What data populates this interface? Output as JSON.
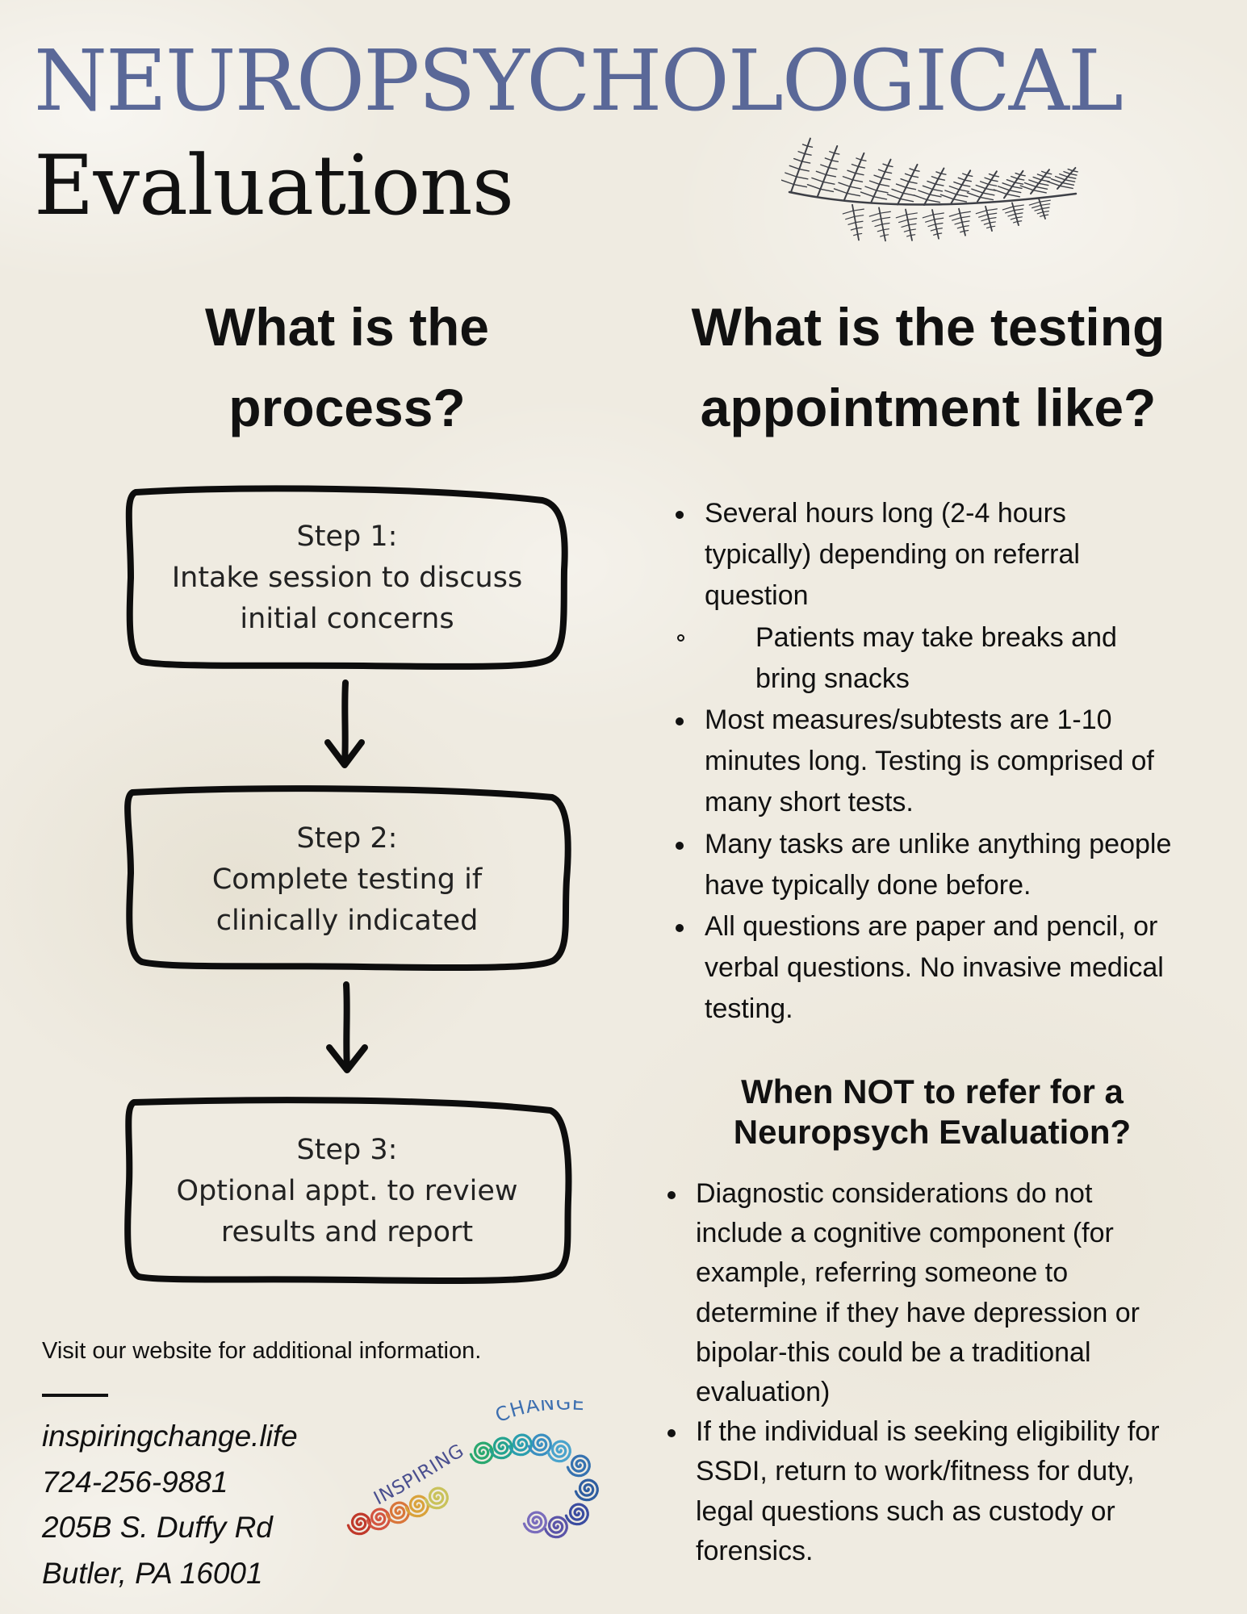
{
  "title": {
    "main": "NEUROPSYCHOLOGICAL",
    "sub": "Evaluations"
  },
  "process": {
    "heading_line1": "What is the",
    "heading_line2": "process?",
    "steps": [
      {
        "label": "Step 1:",
        "lines": [
          "Intake session to discuss",
          "initial concerns"
        ]
      },
      {
        "label": "Step 2:",
        "lines": [
          "Complete testing if",
          "clinically indicated"
        ]
      },
      {
        "label": "Step 3:",
        "lines": [
          "Optional appt. to review",
          "results and report"
        ]
      }
    ]
  },
  "testing": {
    "heading_line1": "What is the testing",
    "heading_line2": "appointment like?",
    "bullets": [
      {
        "lines": [
          "Several hours long (2-4 hours",
          "typically) depending on referral",
          "question"
        ]
      },
      {
        "lines": [
          "Patients may take breaks and",
          "bring snacks"
        ]
      },
      {
        "lines": [
          "Most measures/subtests are 1-10",
          "minutes long.  Testing is comprised of",
          "many short tests."
        ]
      },
      {
        "lines": [
          "Many tasks are unlike anything people",
          "have typically done before."
        ]
      },
      {
        "lines": [
          "All questions are paper and pencil, or",
          "verbal questions.  No invasive medical",
          "testing."
        ]
      }
    ]
  },
  "not_refer": {
    "heading_line1": "When NOT to refer for a",
    "heading_line2": "Neuropsych Evaluation?",
    "bullets": [
      {
        "lines": [
          "Diagnostic considerations do not",
          "include a cognitive component (for",
          "example, referring someone to",
          "determine if they have depression or",
          "bipolar-this could be a traditional",
          "evaluation)"
        ]
      },
      {
        "lines": [
          "If the individual is seeking eligibility for",
          "SSDI, return to work/fitness for duty,",
          "legal questions such as custody or",
          "forensics."
        ]
      }
    ]
  },
  "contact": {
    "visit_text": "Visit our website for additional information.",
    "website": "inspiringchange.life",
    "phone": "724-256-9881",
    "address_line1": "205B S. Duffy Rd",
    "address_line2": "Butler, PA 16001"
  },
  "logo": {
    "word1": "INSPIRING",
    "word2": "CHANGE"
  },
  "colors": {
    "title_blue": "#5a6898",
    "text": "#111111",
    "background": "#efebe1"
  },
  "icons": {
    "fern": "fern-leaf-icon",
    "arrow": "arrow-down-icon",
    "logo_swirls": "spiral-swirl-icon"
  }
}
